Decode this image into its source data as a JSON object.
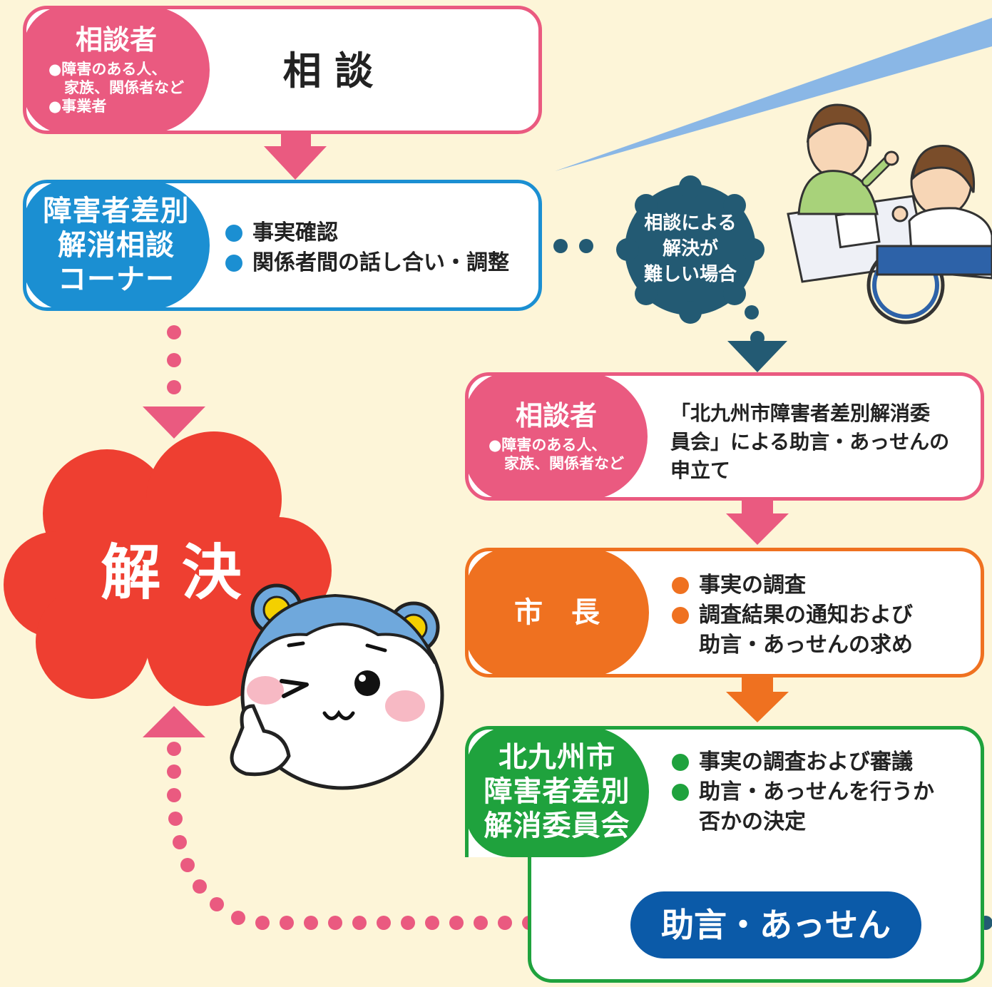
{
  "colors": {
    "background": "#fdf5d8",
    "pink": "#ea5a80",
    "blue": "#1b8fd2",
    "orange": "#ef7120",
    "green": "#1fa23d",
    "navy": "#235a73",
    "red": "#ee3f31",
    "deep_blue": "#0b5aa8"
  },
  "top": {
    "requester": {
      "title": "相談者",
      "items": [
        "●障害のある人、",
        "家族、関係者など",
        "●事業者"
      ]
    },
    "title": "相 談"
  },
  "corner": {
    "title_lines": [
      "障害者差別",
      "解消相談",
      "コーナー"
    ],
    "items": [
      "事実確認",
      "関係者間の話し合い・調整"
    ]
  },
  "difficult": {
    "lines": [
      "相談による",
      "解決が",
      "難しい場合"
    ]
  },
  "application": {
    "requester_title": "相談者",
    "requester_lines": [
      "●障害のある人、",
      "家族、関係者など"
    ],
    "text_lines": [
      "「北九州市障害者差別解消委",
      "員会」による助言・あっせんの",
      "申立て"
    ]
  },
  "mayor": {
    "title": "市　長",
    "items": [
      {
        "lines": [
          "事実の調査"
        ]
      },
      {
        "lines": [
          "調査結果の通知および",
          "助言・あっせんの求め"
        ]
      }
    ]
  },
  "committee": {
    "title_lines": [
      "北九州市",
      "障害者差別",
      "解消委員会"
    ],
    "items": [
      {
        "lines": [
          "事実の調査および審議"
        ]
      },
      {
        "lines": [
          "助言・あっせんを行うか",
          "否かの決定"
        ]
      }
    ]
  },
  "advice": {
    "label": "助言・あっせん"
  },
  "resolution": {
    "label": "解 決"
  }
}
